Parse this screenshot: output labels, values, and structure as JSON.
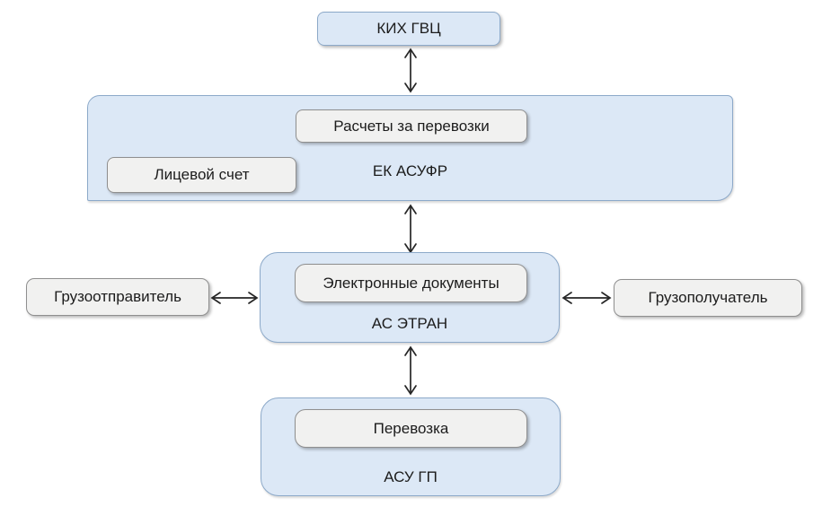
{
  "nodes": {
    "kih_gvc": {
      "label": "КИХ ГВЦ"
    },
    "ek_asufr": {
      "label": "ЕК АСУФР"
    },
    "raschety_za_perevozki": {
      "label": "Расчеты за перевозки"
    },
    "licevoy_schet": {
      "label": "Лицевой счет"
    },
    "as_etran": {
      "label": "АС ЭТРАН"
    },
    "elektronnye_dokumenty": {
      "label": "Электронные документы"
    },
    "gruzootpravitel": {
      "label": "Грузоотправитель"
    },
    "gruzopoluchatel": {
      "label": "Грузополучатель"
    },
    "asu_gp": {
      "label": "АСУ ГП"
    },
    "perevozka": {
      "label": "Перевозка"
    }
  },
  "connections": [
    {
      "from": "КИХ ГВЦ",
      "to": "ЕК АСУФР",
      "type": "bidirectional-arrow",
      "orientation": "vertical"
    },
    {
      "from": "ЕК АСУФР",
      "to": "АС ЭТРАН",
      "type": "bidirectional-arrow",
      "orientation": "vertical"
    },
    {
      "from": "Грузоотправитель",
      "to": "АС ЭТРАН",
      "type": "bidirectional-arrow",
      "orientation": "horizontal"
    },
    {
      "from": "АС ЭТРАН",
      "to": "Грузополучатель",
      "type": "bidirectional-arrow",
      "orientation": "horizontal"
    },
    {
      "from": "АС ЭТРАН",
      "to": "АСУ ГП",
      "type": "bidirectional-arrow",
      "orientation": "vertical"
    }
  ],
  "colors": {
    "background": "#ffffff",
    "node_blue_fill": "#dce8f6",
    "node_blue_border": "#8ca9c9",
    "node_gray_fill": "#f1f1f0",
    "node_gray_border": "#8f8f8f",
    "arrow": "#262626",
    "text": "#1c1c1c"
  }
}
